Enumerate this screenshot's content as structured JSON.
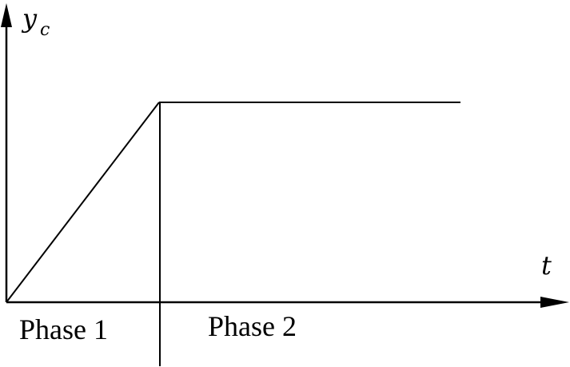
{
  "axes": {
    "y_label_main": "y",
    "y_label_sub": "c",
    "x_label": "t"
  },
  "phases": {
    "phase1_label": "Phase 1",
    "phase2_label": "Phase 2"
  },
  "colors": {
    "stroke": "#000000",
    "background": "#ffffff"
  }
}
